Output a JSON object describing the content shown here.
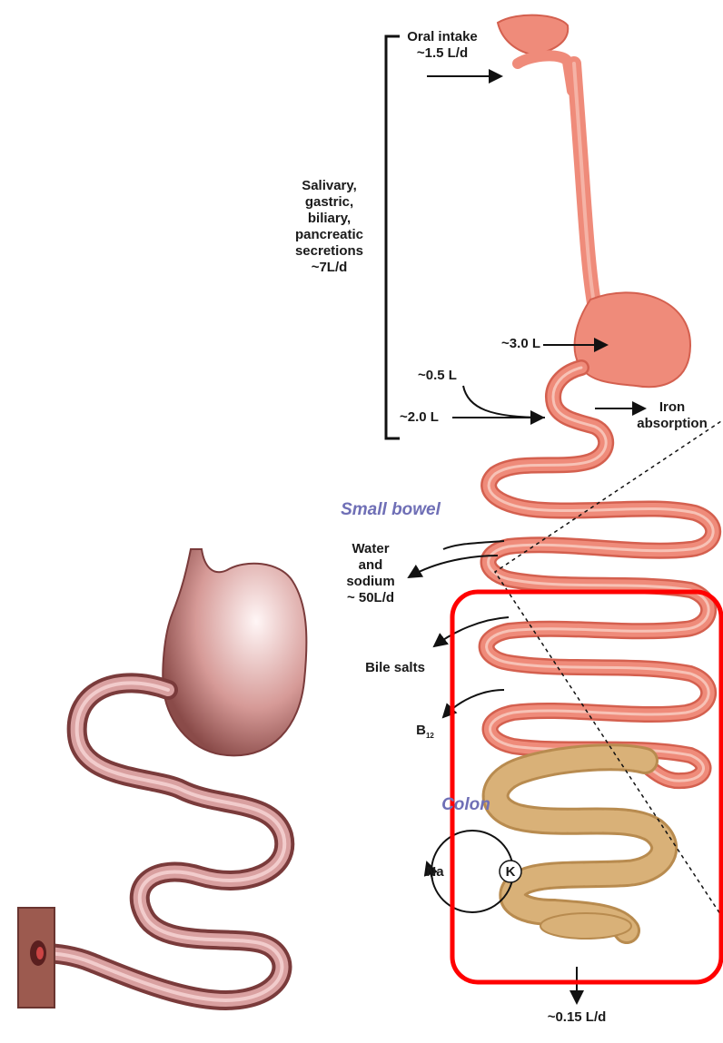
{
  "labels": {
    "oral_intake": "Oral intake",
    "oral_intake_volume": "~1.5 L/d",
    "secretions": [
      "Salivary,",
      "gastric,",
      "biliary,",
      "pancreatic",
      "secretions",
      "~7L/d"
    ],
    "gastric": "~3.0 L",
    "biliary": "~0.5 L",
    "pancreatic": "~2.0 L",
    "iron": [
      "Iron",
      "absorption"
    ],
    "small_bowel": "Small bowel",
    "water_sodium": [
      "Water",
      "and",
      "sodium",
      "~ 50L/d"
    ],
    "bile_salts": "Bile salts",
    "b12": "B",
    "b12_sub": "12",
    "colon": "Colon",
    "na": "Na",
    "k": "K",
    "stool": "~0.15 L/d"
  },
  "colors": {
    "gut": "#ef8b7a",
    "gut_dark": "#d4604f",
    "colon": "#d9b178",
    "colon_dark": "#b88b4f",
    "label_blue": "#6f6fb6",
    "highlight": "#ff0000",
    "inset_stomach": "#c9807d",
    "inset_stoma": "#7a3b3b"
  }
}
